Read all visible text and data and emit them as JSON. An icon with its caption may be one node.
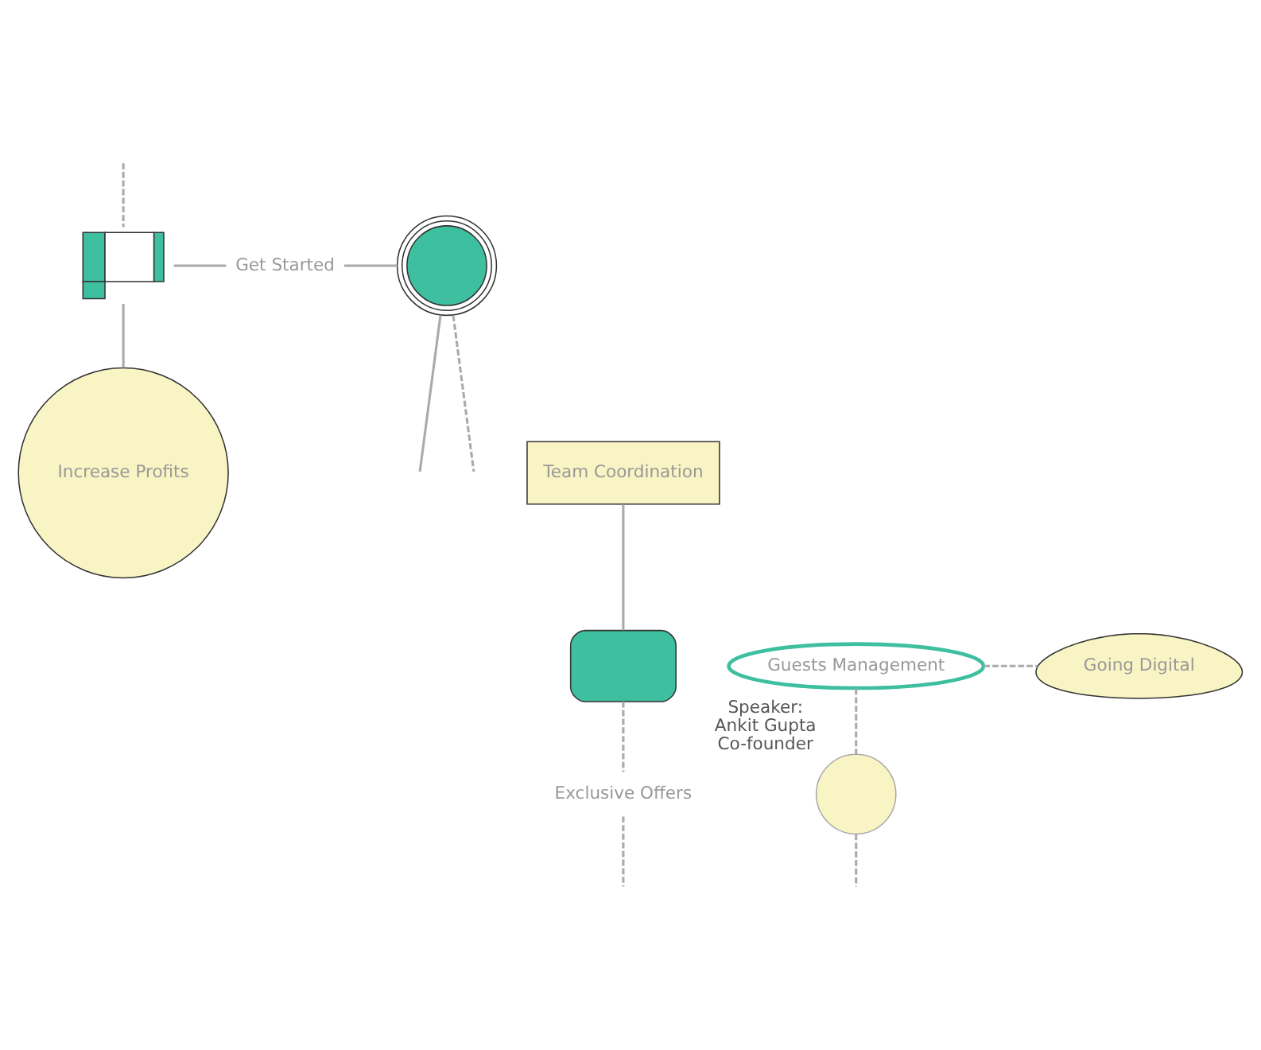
{
  "diagram": {
    "nodes": [
      {
        "text": [],
        "shape": "picture"
      },
      {
        "text": [
          "Get Started"
        ]
      },
      {
        "text": [],
        "shape": "circle"
      },
      {
        "text": [
          "Team Coordination"
        ]
      },
      {
        "text": [
          "Increase Profits"
        ]
      },
      {
        "text": [],
        "shape": "box"
      },
      {
        "text": [
          "Exclusive Offers"
        ]
      },
      {
        "text": [
          "Guests Management"
        ]
      },
      {
        "text": [
          "Going Digital"
        ]
      },
      {
        "text": [],
        "shape": "circle",
        "beside": [
          "Speaker:",
          "Ankit Gupta",
          "Co-founder"
        ]
      }
    ],
    "edges": [
      {
        "from": null,
        "to": 0,
        "arrow": "none",
        "style": "dashed"
      },
      {
        "from": 0,
        "to": 1,
        "arrow": "none"
      },
      {
        "from": 1,
        "to": 2,
        "arrow": "none"
      },
      {
        "from": 0,
        "to": 4,
        "arrow": "none"
      },
      {
        "from": 2,
        "to": null,
        "arrow": "none"
      },
      {
        "from": 2,
        "to": null,
        "arrow": "none",
        "style": "dashed"
      },
      {
        "from": 3,
        "to": 5,
        "arrow": "none"
      },
      {
        "from": 5,
        "to": 6,
        "arrow": "none",
        "style": "dashed"
      },
      {
        "from": 6,
        "to": null,
        "arrow": "none",
        "style": "dashed"
      },
      {
        "from": 7,
        "to": 8,
        "arrow": "none",
        "style": "dashed"
      },
      {
        "from": 7,
        "to": 9,
        "arrow": "none",
        "style": "dashed"
      },
      {
        "from": 9,
        "to": null,
        "arrow": "none",
        "style": "dashed"
      }
    ]
  }
}
